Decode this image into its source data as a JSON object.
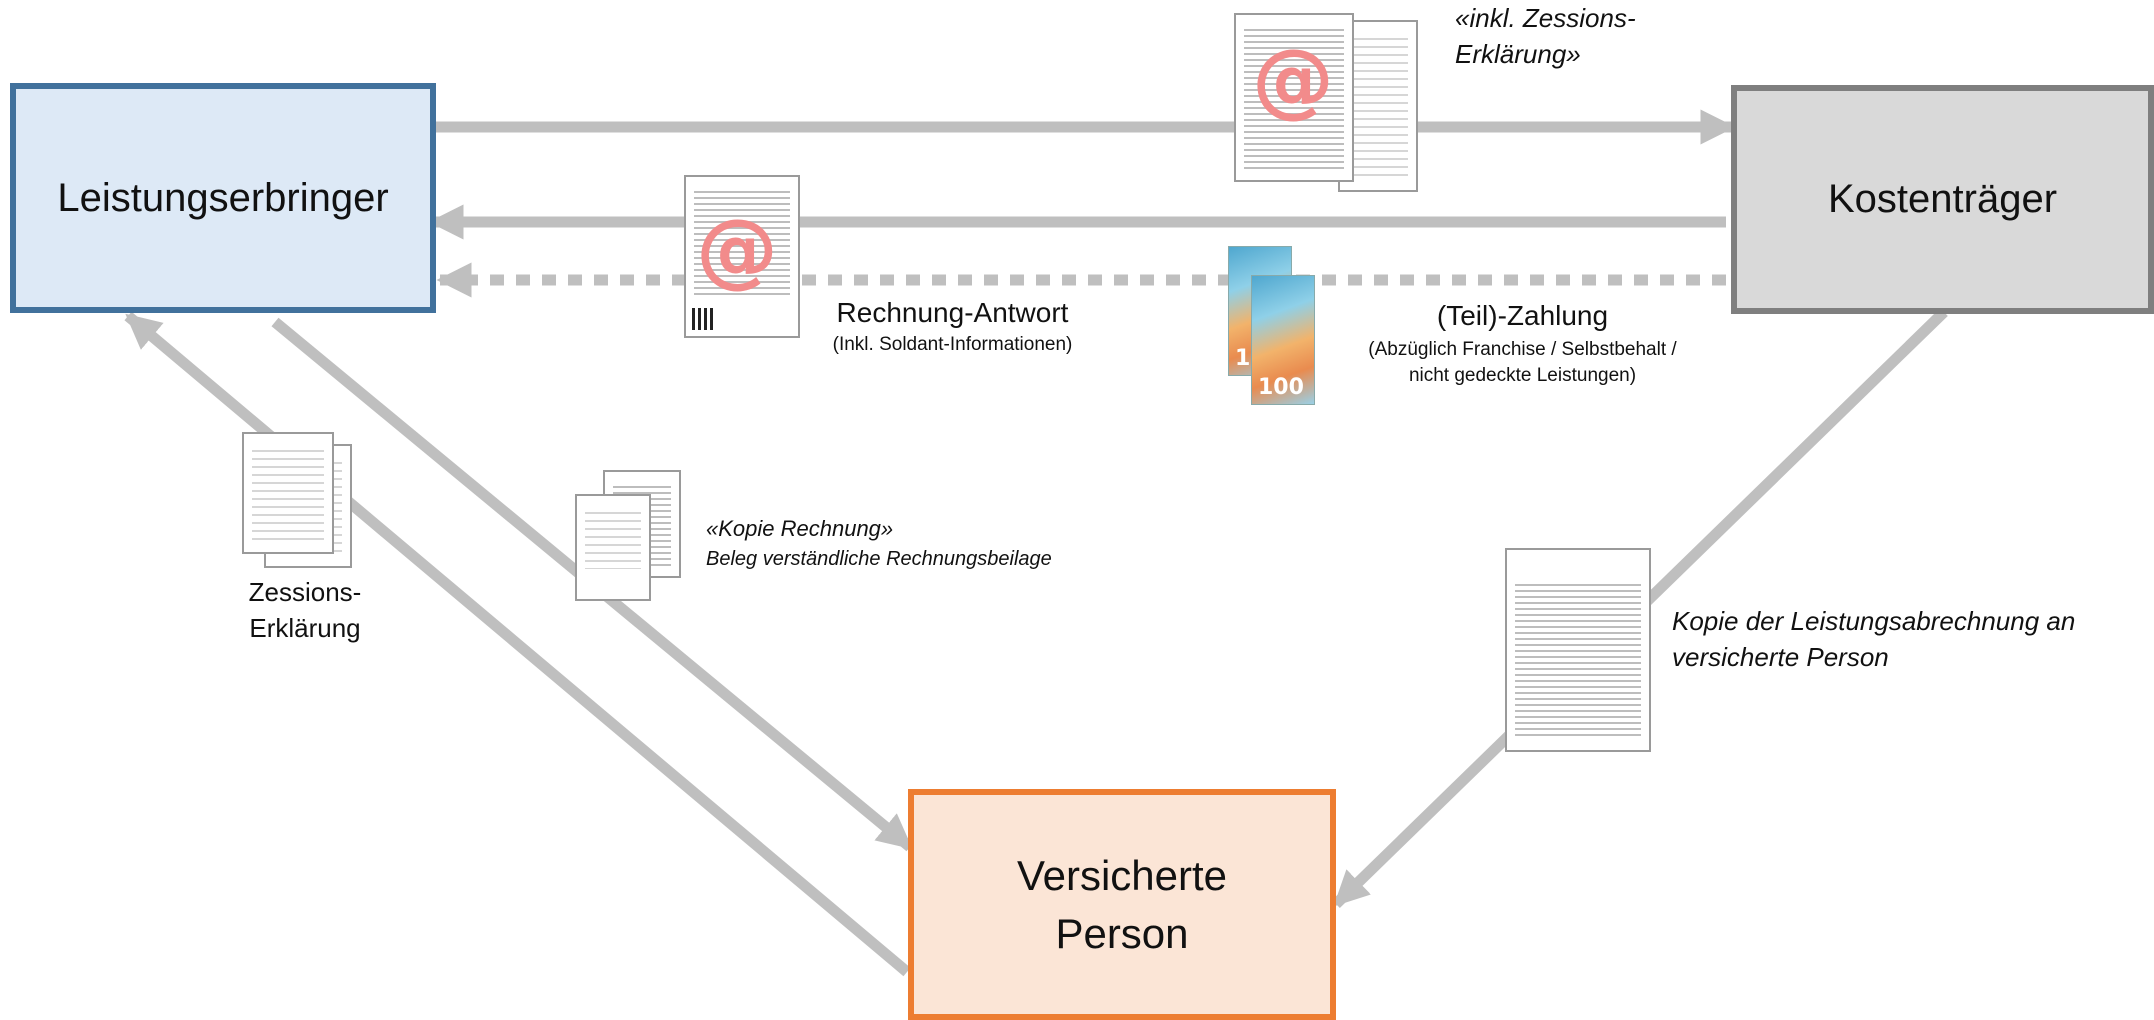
{
  "nodes": {
    "leistungserbringer": "Leistungserbringer",
    "kostentraeger": "Kostenträger",
    "versicherte_person": "Versicherte\nPerson"
  },
  "labels": {
    "zession_top": "«inkl. Zessions-\nErklärung»",
    "rechnung_antwort_title": "Rechnung-Antwort",
    "rechnung_antwort_sub": "(Inkl. Soldant-Informationen)",
    "teilzahlung_title": "(Teil)-Zahlung",
    "teilzahlung_sub": "(Abzüglich Franchise / Selbstbehalt /\nnicht gedeckte Leistungen)",
    "zession_left": "Zessions-\nErklärung",
    "kopie_rechnung_title": "«Kopie Rechnung»",
    "kopie_rechnung_sub": "Beleg verständliche Rechnungsbeilage",
    "kopie_leistungsabrechnung": "Kopie der Leistungsabrechnung an\nversicherte Person"
  },
  "icons": {
    "email": "@",
    "banknote_value": "100"
  },
  "colors": {
    "leistungserbringer_fill": "#dde9f6",
    "leistungserbringer_border": "#41719c",
    "kostentraeger_fill": "#d9d9d9",
    "kostentraeger_border": "#7f7f7f",
    "versicherte_fill": "#fbe5d6",
    "versicherte_border": "#ed7d31",
    "arrow": "#bfbfbf",
    "email_symbol": "#f28b8b"
  }
}
